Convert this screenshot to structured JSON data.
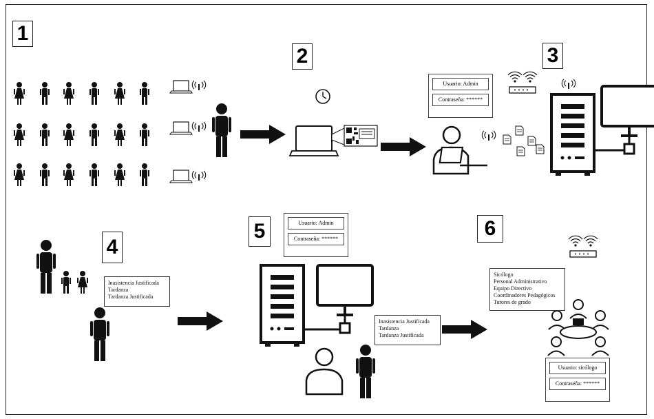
{
  "steps": [
    "1",
    "2",
    "3",
    "4",
    "5",
    "6"
  ],
  "login_admin": {
    "user": "Usuario: Admin",
    "password": "Contraseña: ******"
  },
  "login_sicologo": {
    "user": "Usuario: sicólogo",
    "password": "Contraseña: ******"
  },
  "incidence_list": [
    "Inasistencia Justificada",
    "Tardanza",
    "Tardanza Justificada"
  ],
  "roles_list": [
    "Sicólogo",
    "Personal Administrativo",
    "Equipo Directivo",
    "Coordinadores Pedagógicos",
    "Tutores de grado"
  ],
  "icons": [
    "student-icon",
    "laptop-icon",
    "wifi-icon",
    "person-icon",
    "clock-icon",
    "qr-code-icon",
    "arrow-icon",
    "server-icon",
    "monitor-icon",
    "router-icon",
    "document-icon",
    "user-at-laptop-icon",
    "parent-icon",
    "child-icon",
    "meeting-icon"
  ]
}
